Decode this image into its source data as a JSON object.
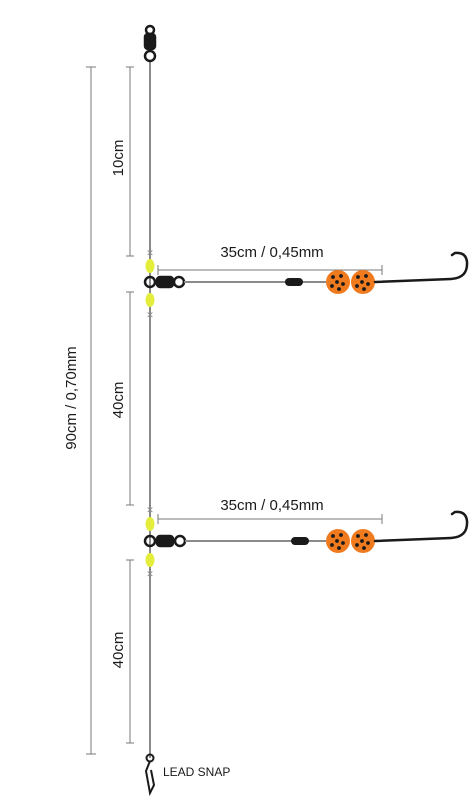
{
  "labels": {
    "total_length": "90cm / 0,70mm",
    "segment_top": "10cm",
    "segment_middle": "40cm",
    "segment_bottom": "40cm",
    "dropper_upper": "35cm / 0,45mm",
    "dropper_lower": "35cm / 0,45mm",
    "lead_snap": "LEAD SNAP"
  },
  "colors": {
    "line": "#8a8a8a",
    "dimension": "#7a7a7a",
    "bead_yellow": "#e4ee3a",
    "bead_orange": "#f07a1e",
    "hardware": "#1a1a1a"
  },
  "icons": [
    "swivel-icon",
    "bead-icon",
    "crimp-sleeve-icon",
    "float-bead-icon",
    "hook-icon",
    "lead-snap-icon"
  ]
}
